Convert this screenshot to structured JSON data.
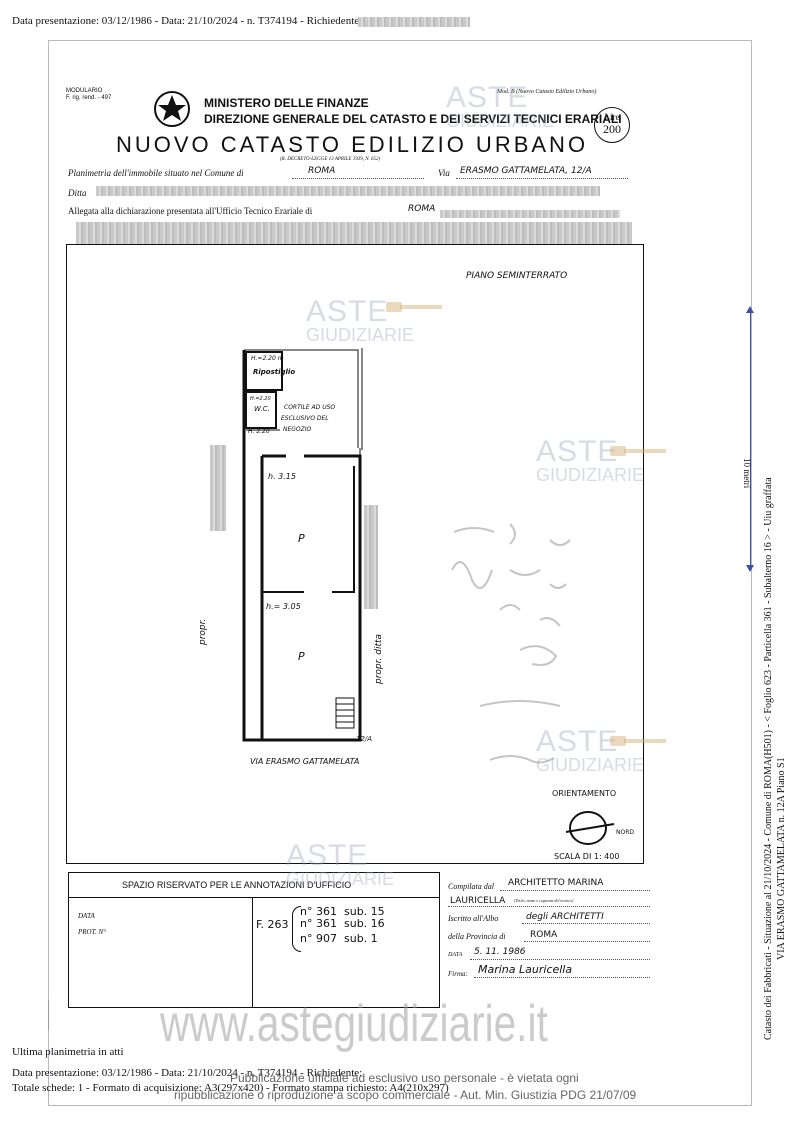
{
  "header": {
    "top_line": "Data presentazione: 03/12/1986 - Data: 21/10/2024 - n. T374194 - Richiedente:"
  },
  "form": {
    "model_code": "MODULARIO",
    "model_code_sub": "F. rig. rend. - 497",
    "ministry": "MINISTERO DELLE FINANZE",
    "direction": "DIREZIONE GENERALE DEL CATASTO E DEI SERVIZI TECNICI ERARIALI",
    "mod_label": "Mod. B (Nuovo Catasto Edilizio Urbano)",
    "lire_label": "Lire",
    "lire_value": "200",
    "title": "NUOVO CATASTO EDILIZIO URBANO",
    "decree": "(R. DECRETO-LEGGE 13 APRILE 1939, N. 652)",
    "planimetria_label": "Planimetria dell'immobile situato nel Comune di",
    "comune": "ROMA",
    "via_label": "Via",
    "via_value": "ERASMO GATTAMELATA, 12/A",
    "ditta_label": "Ditta",
    "allegata_label": "Allegata alla dichiarazione presentata all'Ufficio Tecnico Erariale di",
    "allegata_value": "ROMA"
  },
  "plan": {
    "floor": "PIANO SEMINTERRATO",
    "h_ripostiglio": "H.=2.20 m",
    "ripostiglio": "Ripostiglio",
    "h_wc": "H.=2.20",
    "wc": "W.C.",
    "h_cortile": "H. 2.20",
    "cortile": "CORTILE AD USO",
    "cortile2": "ESCLUSIVO DEL",
    "cortile3": "NEGOZIO",
    "h1": "h. 3.15",
    "h2": "h.= 3.05",
    "room_mark": "P",
    "prop_left": "propr.",
    "prop_right": "propr. ditta",
    "civic": "12/A",
    "street": "VIA ERASMO GATTAMELATA",
    "orientation": "ORIENTAMENTO",
    "north": "NORD",
    "scale": "SCALA DI 1: 400"
  },
  "office": {
    "title": "SPAZIO RISERVATO PER LE ANNOTAZIONI D'UFFICIO",
    "data_label": "DATA",
    "prot_label": "PROT. N°",
    "foglio": "F. 263",
    "n1": "n° 361",
    "sub1": "sub. 15",
    "n2": "n° 361",
    "sub2": "sub. 16",
    "n3": "n° 907",
    "sub3": "sub. 1"
  },
  "compiler": {
    "compilata_label": "Compilata dal",
    "compilata_value": "ARCHITETTO MARINA",
    "name_line2": "LAURICELLA",
    "name_hint": "(Titolo, nome e cognome del tecnico)",
    "iscritto_label": "Iscritto all'Albo",
    "iscritto_value": "degli ARCHITETTI",
    "provincia_label": "della Provincia di",
    "provincia_value": "ROMA",
    "data_label": "DATA",
    "data_value": "5. 11. 1986",
    "firma_label": "Firma:",
    "firma_value": "Marina Lauricella"
  },
  "side_text": {
    "line1": "Catasto dei Fabbricati - Situazione al 21/10/2024 - Comune di ROMA(H501) - < Foglio 623 - Particella 361 - Subalterno 16 > - Uiu graffata",
    "line2": "VIA ERASMO GATTAMELATA n. 12A Piano S1",
    "meter": "10 metri"
  },
  "watermark": {
    "aste": "ASTE",
    "giudiziarie": "GIUDIZIARIE",
    "site": "www.astegiudiziarie.it",
    "notice1": "Pubblicazione ufficiale ad esclusivo uso personale - è vietata ogni",
    "notice2": "ripubblicazione o riproduzione a scopo commerciale - Aut. Min. Giustizia PDG 21/07/09"
  },
  "footer": {
    "ultima": "Ultima planimetria in atti",
    "line1": "Data presentazione: 03/12/1986 - Data: 21/10/2024 - n. T374194 - Richiedente:",
    "line2": "Totale schede: 1 - Formato di acquisizione: A3(297x420) - Formato stampa richiesto: A4(210x297)"
  },
  "colors": {
    "ink": "#111111",
    "watermark": "#9aa3bb",
    "meter_line": "#3b4fb0",
    "redaction": "#c8c8c8"
  }
}
